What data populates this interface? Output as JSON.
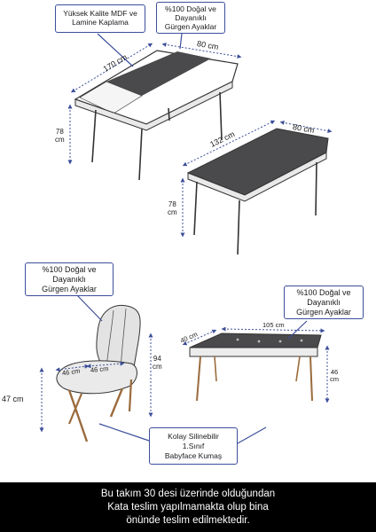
{
  "callouts": {
    "mdf": [
      "Yüksek Kalite MDF ve",
      "Lamine Kaplama"
    ],
    "legs_table": [
      "%100 Doğal ve",
      "Dayanıklı",
      "Gürgen Ayaklar"
    ],
    "legs_chair": [
      "%100 Doğal ve",
      "Dayanıklı",
      "Gürgen Ayaklar"
    ],
    "legs_bench": [
      "%100 Doğal ve",
      "Dayanıklı",
      "Gürgen Ayaklar"
    ],
    "fabric": [
      "Kolay Silinebilir",
      "1.Sınıf",
      "Babyface Kumaş"
    ]
  },
  "dimensions": {
    "table_large_length": "170 cm",
    "table_large_width": "80 cm",
    "table_large_height": [
      "78",
      "cm"
    ],
    "table_small_length": "132 cm",
    "table_small_width": "80 cm",
    "table_small_height": [
      "78",
      "cm"
    ],
    "chair_height": [
      "94",
      "cm"
    ],
    "chair_seat_height": "47 cm",
    "chair_seat_width": "46 cm",
    "chair_seat_depth": "46 cm",
    "bench_length": "105 cm",
    "bench_depth": "40 cm",
    "bench_height": [
      "46",
      "cm"
    ]
  },
  "colors": {
    "callout_border": "#3c4f9a",
    "dimension_line": "#3c4f9a",
    "wood_leg": "#9a6b3c",
    "table_top": "#4a4a4c",
    "footer_bg": "#000000"
  },
  "footer": {
    "lines": [
      "Bu takım 30 desi üzerinde olduğundan",
      "Kata teslim yapılmamakta olup bina",
      "önünde teslim edilmektedir."
    ]
  }
}
